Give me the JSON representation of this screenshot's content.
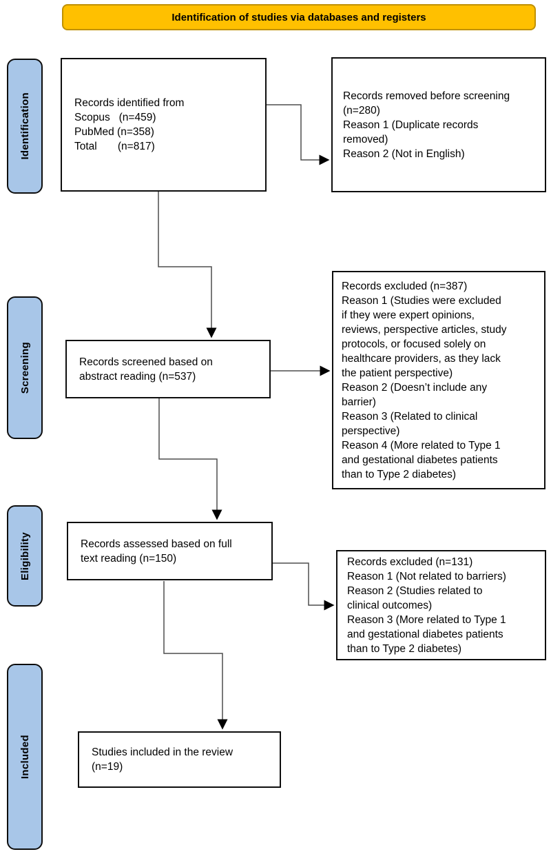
{
  "banner": {
    "title": "Identification of studies via databases and registers"
  },
  "stages": [
    {
      "label": "Identification"
    },
    {
      "label": "Screening"
    },
    {
      "label": "Eligibility"
    },
    {
      "label": "Included"
    }
  ],
  "boxes": {
    "identified": {
      "text": "Records identified from\nScopus   (n=459)\nPubMed (n=358)\nTotal       (n=817)"
    },
    "removed_before_screening": {
      "text": "Records removed before screening\n(n=280)\nReason 1 (Duplicate records\nremoved)\nReason 2 (Not in English)"
    },
    "screened": {
      "text": "Records screened based on\nabstract reading (n=537)"
    },
    "excluded_screening": {
      "text": "Records excluded (n=387)\nReason 1 (Studies were excluded\nif they were expert opinions,\nreviews, perspective articles, study\nprotocols, or focused solely on\nhealthcare providers, as they lack\nthe patient perspective)\nReason 2 (Doesn’t include any\nbarrier)\nReason 3 (Related to clinical\nperspective)\nReason 4 (More related to Type 1\nand gestational diabetes patients\nthan to Type 2 diabetes)"
    },
    "assessed": {
      "text": "Records assessed based on full\ntext reading (n=150)"
    },
    "excluded_eligibility": {
      "text": "Records excluded (n=131)\nReason 1 (Not related to barriers)\nReason 2 (Studies related to\nclinical outcomes)\nReason 3 (More related to Type 1\nand gestational diabetes patients\nthan to Type 2 diabetes)"
    },
    "included": {
      "text": "Studies included in the review\n(n=19)"
    }
  },
  "colors": {
    "banner_fill": "#FFC000",
    "banner_border": "#BF9000",
    "stage_fill": "#A8C6E8",
    "stage_border": "#0D0D0D",
    "box_border": "#0D0D0D",
    "connector": "#4D4D4D",
    "arrow": "#000000"
  }
}
